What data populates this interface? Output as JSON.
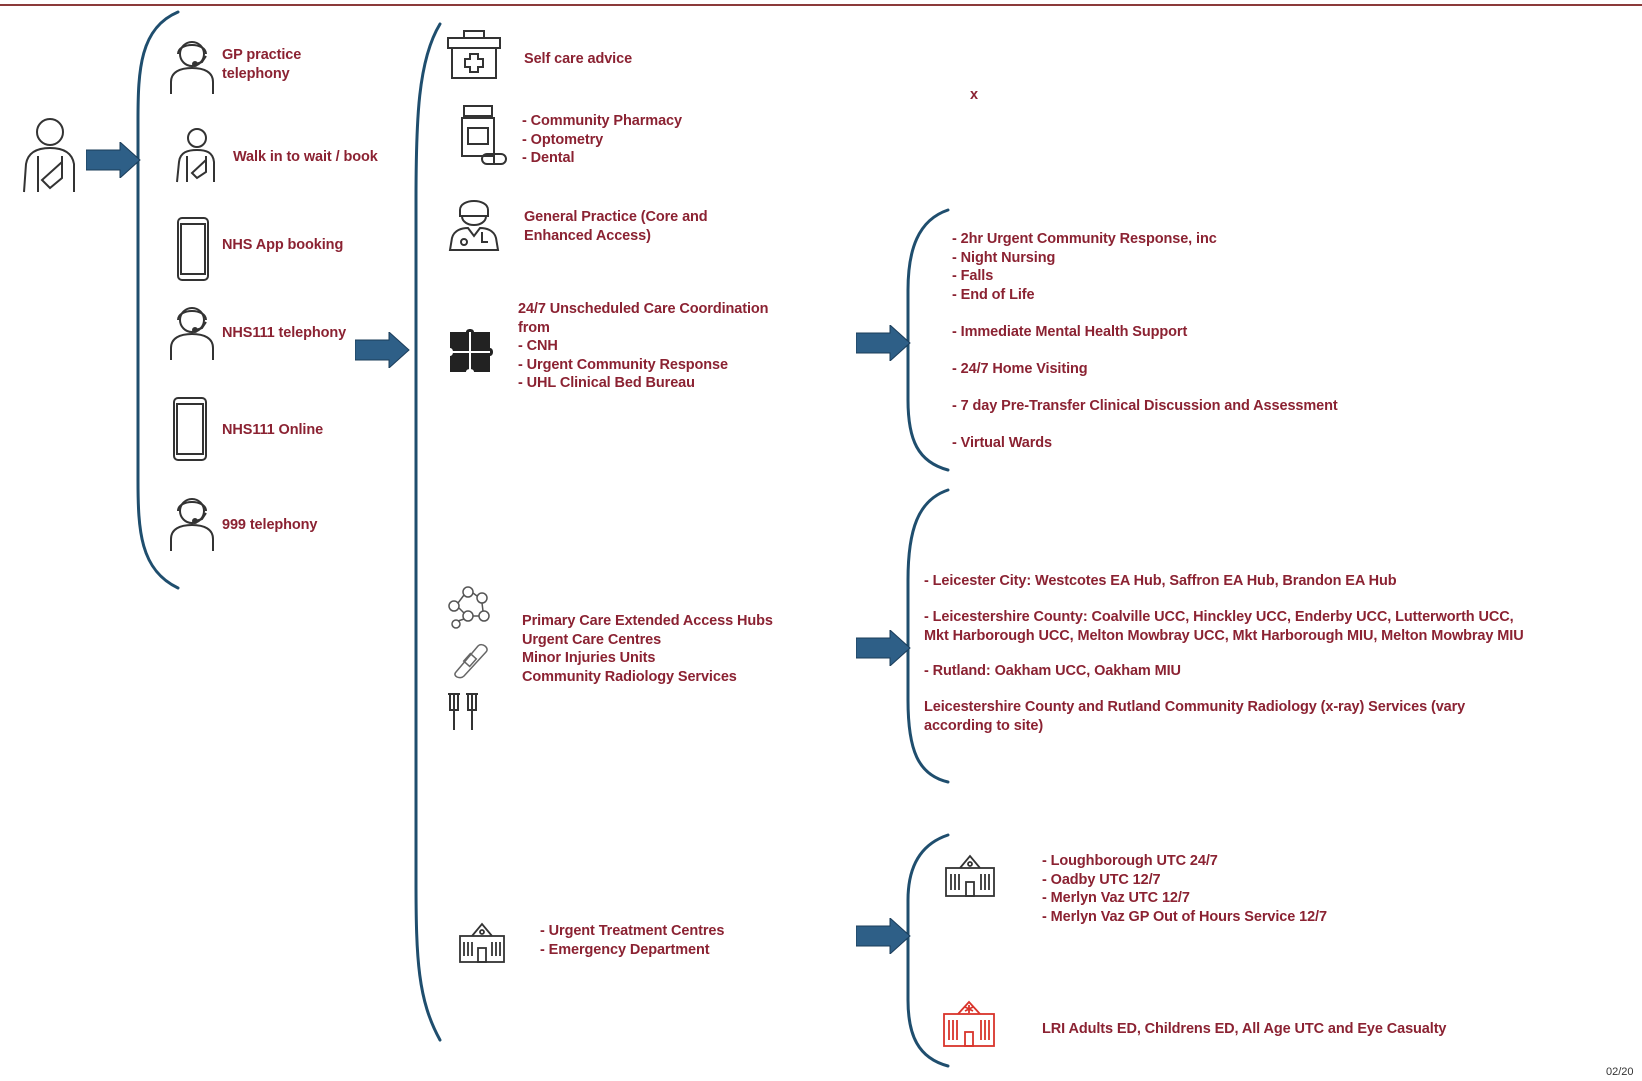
{
  "channels": [
    {
      "label": "GP practice\ntelephony",
      "icon": "headset-person-icon"
    },
    {
      "label": "Walk in to wait / book",
      "icon": "injured-person-icon"
    },
    {
      "label": "NHS App booking",
      "icon": "mobile-phone-icon"
    },
    {
      "label": "NHS111 telephony",
      "icon": "headset-person-icon"
    },
    {
      "label": "NHS111 Online",
      "icon": "mobile-phone-icon"
    },
    {
      "label": "999 telephony",
      "icon": "headset-person-icon"
    }
  ],
  "services": [
    {
      "label": "Self care advice",
      "icon": "first-aid-kit-icon"
    },
    {
      "label": "- Community Pharmacy\n- Optometry\n- Dental",
      "icon": "medicine-bottle-icon"
    },
    {
      "label": "General Practice (Core and\nEnhanced Access)",
      "icon": "doctor-icon"
    },
    {
      "label": "24/7 Unscheduled Care Coordination\nfrom\n - CNH\n - Urgent Community Response\n - UHL Clinical Bed Bureau",
      "icon": "puzzle-icon"
    },
    {
      "label": "Primary Care Extended Access Hubs\nUrgent Care Centres\nMinor Injuries Units\nCommunity Radiology Services",
      "icon": "network-icon"
    },
    {
      "label": "- Urgent Treatment Centres\n- Emergency Department",
      "icon": "hospital-icon"
    }
  ],
  "x_mark": "x",
  "coordination_outcomes": "- 2hr Urgent Community Response, inc\n  - Night Nursing\n  - Falls\n  - End of Life\n\n- Immediate Mental Health Support\n\n- 24/7 Home Visiting\n\n- 7 day Pre-Transfer Clinical Discussion and Assessment\n\n- Virtual Wards",
  "extended_access": {
    "city": "- Leicester City: Westcotes EA Hub, Saffron EA Hub, Brandon EA Hub",
    "county": "- Leicestershire County: Coalville UCC, Hinckley UCC, Enderby UCC, Lutterworth UCC,\n  Mkt Harborough UCC, Melton Mowbray UCC, Mkt Harborough MIU, Melton Mowbray MIU",
    "rutland": "- Rutland: Oakham UCC, Oakham MIU",
    "radiology": "Leicestershire County and Rutland Community Radiology (x-ray) Services (vary\naccording to site)"
  },
  "utc_list": "- Loughborough UTC 24/7\n- Oadby UTC 12/7\n- Merlyn Vaz UTC 12/7\n- Merlyn Vaz GP Out of Hours Service 12/7",
  "lri": "LRI Adults ED, Childrens ED, All Age UTC and Eye Casualty",
  "footer_date": "02/20",
  "colors": {
    "text": "#8b2232",
    "brace": "#1f4e6e",
    "arrow": "#2e5f87",
    "icon": "#333333",
    "hospital_red": "#d9342b"
  }
}
